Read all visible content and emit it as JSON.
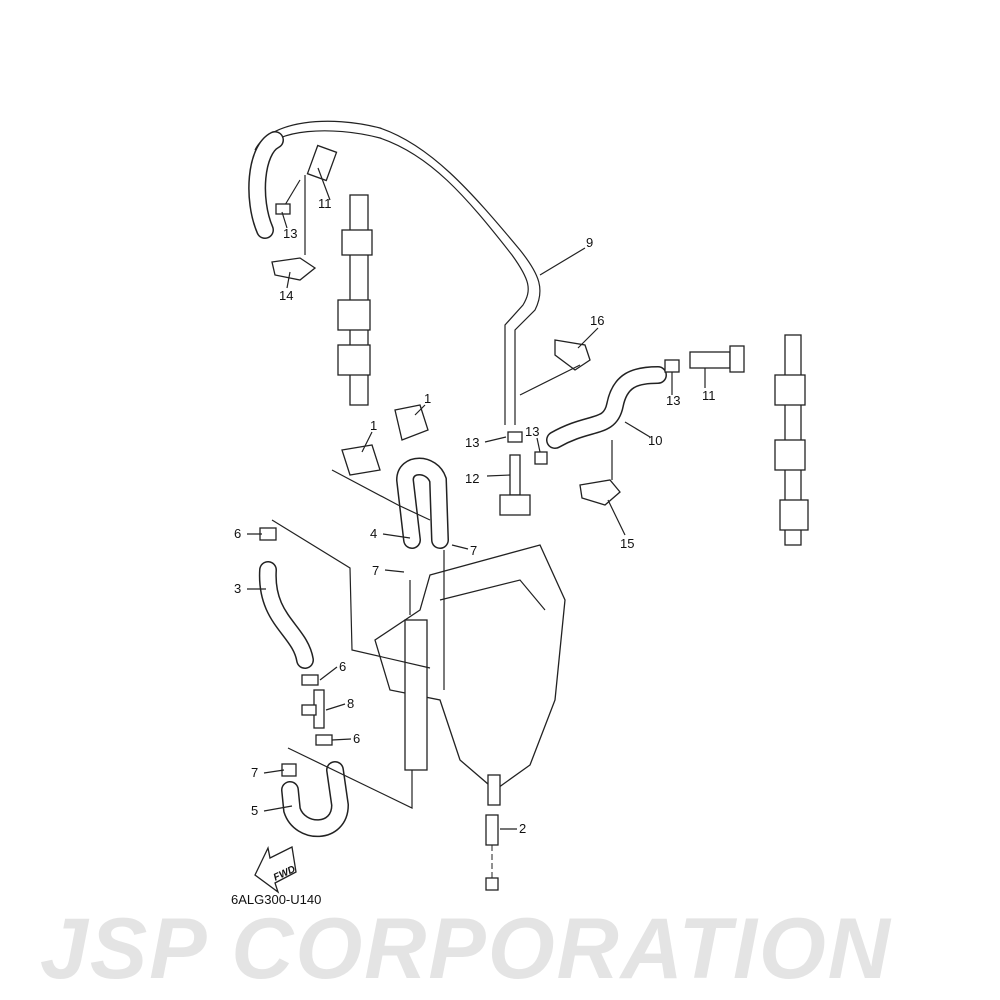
{
  "watermark": "JSP CORPORATION",
  "diagram_code": "6ALG300-U140",
  "fwd_arrow_label": "FWD",
  "callouts": [
    "11",
    "13",
    "14",
    "9",
    "16",
    "1",
    "1",
    "13",
    "13",
    "12",
    "10",
    "11",
    "13",
    "15",
    "4",
    "6",
    "7",
    "7",
    "3",
    "6",
    "8",
    "6",
    "7",
    "5",
    "2"
  ]
}
